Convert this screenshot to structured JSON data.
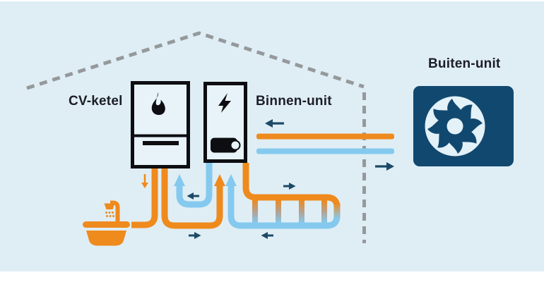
{
  "scene": {
    "background_color": "#dfeef5",
    "frame_color": "#ffffff"
  },
  "palette": {
    "hot_pipe": "#ef8a1d",
    "cold_pipe": "#85c9ee",
    "flow_arrow": "#1c4a68",
    "outdoor_unit_fill": "#11486f",
    "house_outline": "#95999c",
    "ink": "#0d0d12",
    "label_text": "#1d1d27",
    "unit_fill": "#e7f3f8"
  },
  "units": [
    {
      "id": "cv-ketel",
      "label": "CV-ketel",
      "icon": "flame-icon"
    },
    {
      "id": "binnen-unit",
      "label": "Binnen-unit",
      "icon": "lightning-icon"
    },
    {
      "id": "buiten-unit",
      "label": "Buiten-unit",
      "icon": "fan-icon"
    }
  ],
  "fixtures": [
    {
      "id": "shower-bath",
      "icon": "shower-bath-icon",
      "color": "#ef8a1d"
    }
  ],
  "house": {
    "style": "dashed",
    "color": "#95999c"
  },
  "flow_arrows": [
    {
      "id": "tap-water-down",
      "direction": "down",
      "color": "#ef8a1d"
    },
    {
      "id": "boiler-to-binnen-up",
      "direction": "up",
      "color": "#ef8a1d"
    },
    {
      "id": "binnen-to-boiler-up",
      "direction": "up",
      "color": "#85c9ee"
    },
    {
      "id": "radiator-return-up",
      "direction": "up",
      "color": "#85c9ee"
    },
    {
      "id": "boiler-loop-left",
      "direction": "left",
      "color": "#1c4a68"
    },
    {
      "id": "boiler-loop-right",
      "direction": "right",
      "color": "#1c4a68"
    },
    {
      "id": "radiator-feed-right",
      "direction": "right",
      "color": "#1c4a68"
    },
    {
      "id": "radiator-return-left",
      "direction": "left",
      "color": "#1c4a68"
    },
    {
      "id": "refrigerant-in-left",
      "direction": "left",
      "color": "#1c4a68"
    },
    {
      "id": "refrigerant-out-right",
      "direction": "right",
      "color": "#1c4a68"
    }
  ]
}
